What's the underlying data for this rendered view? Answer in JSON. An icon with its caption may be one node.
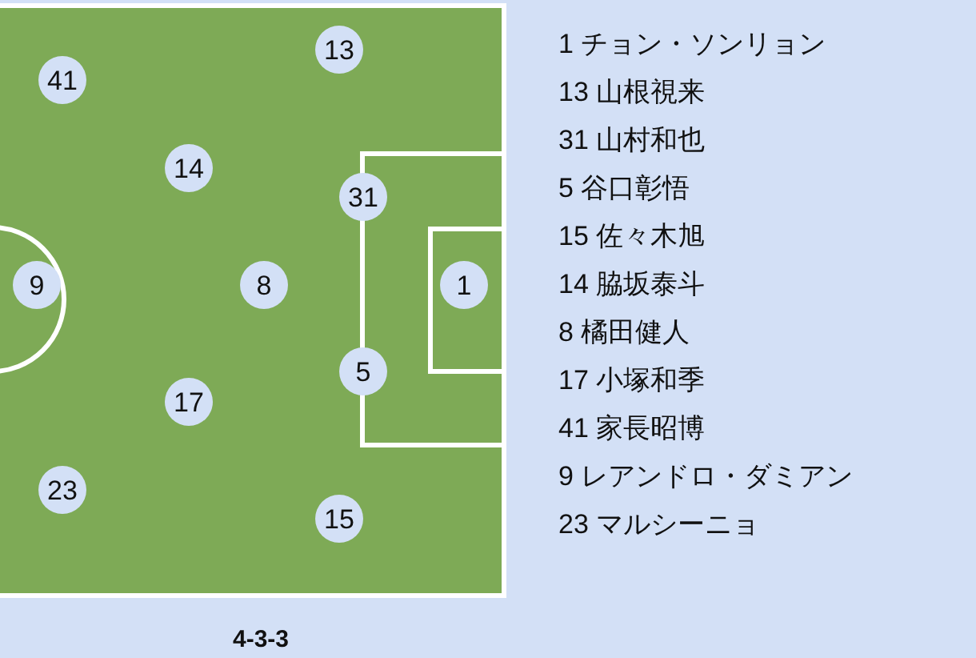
{
  "diagram": {
    "caption": "4-3-3",
    "nodes": [
      {
        "text": [
          "13"
        ]
      },
      {
        "text": [
          "41"
        ]
      },
      {
        "text": [
          "14"
        ]
      },
      {
        "text": [
          "31"
        ]
      },
      {
        "text": [
          "9"
        ]
      },
      {
        "text": [
          "8"
        ]
      },
      {
        "text": [
          "1"
        ]
      },
      {
        "text": [
          "5"
        ]
      },
      {
        "text": [
          "17"
        ]
      },
      {
        "text": [
          "23"
        ]
      },
      {
        "text": [
          "15"
        ]
      }
    ],
    "labels": [
      "1 チョン・ソンリョン",
      "13 山根視来",
      "31 山村和也",
      "5 谷口彰悟",
      "15 佐々木旭",
      "14 脇坂泰斗",
      "8 橘田健人",
      "17 小塚和季",
      "41 家長昭博",
      "9 レアンドロ・ダミアン",
      "23 マルシーニョ"
    ]
  }
}
